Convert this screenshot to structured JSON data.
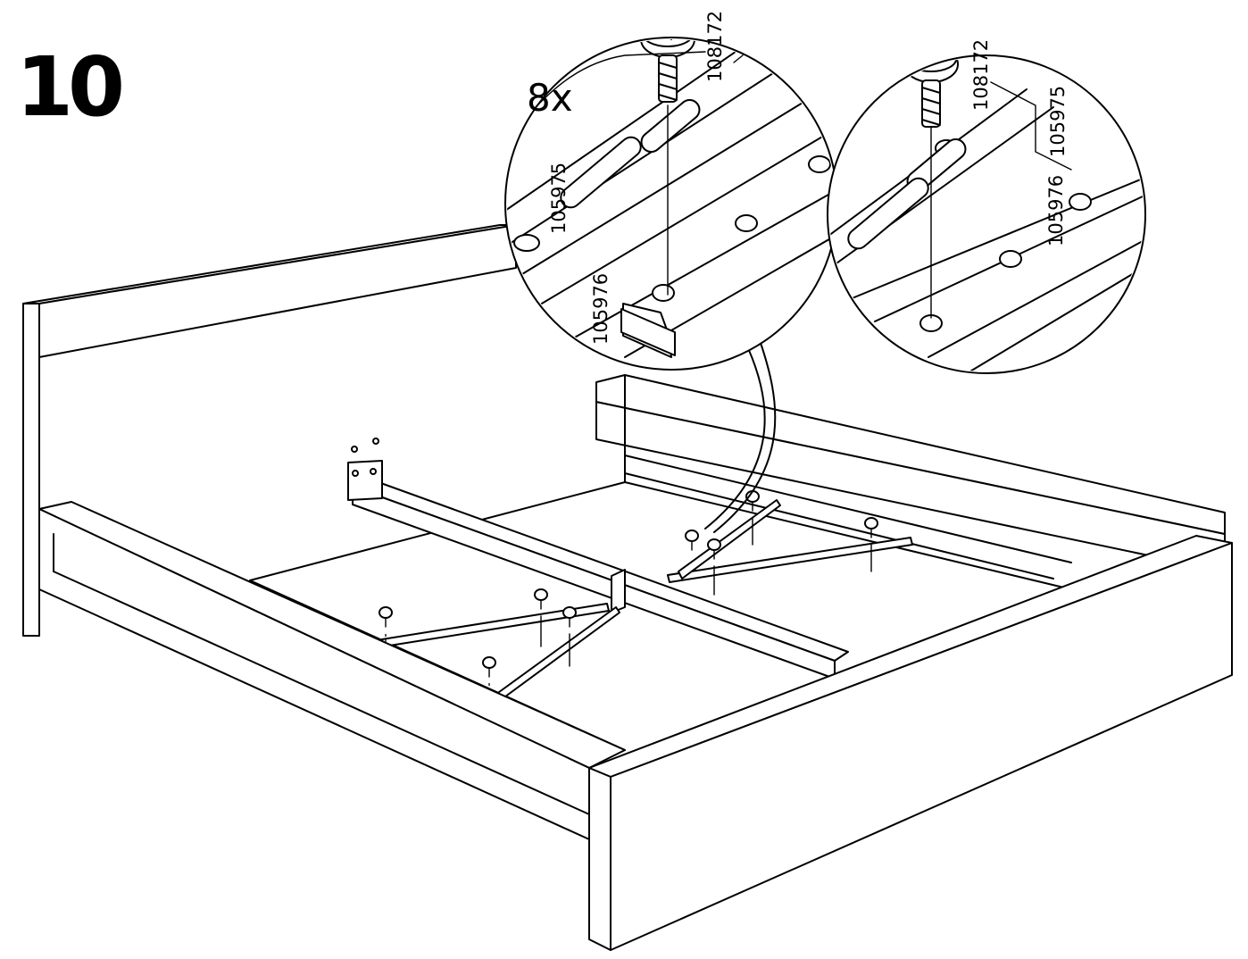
{
  "step": {
    "number": "10"
  },
  "callout": {
    "quantity": "8x",
    "detail_left": {
      "screw_code": "108172",
      "rail_code": "105975",
      "leg_code": "105976"
    },
    "detail_right": {
      "screw_code": "108172",
      "rail_code": "105975",
      "leg_code": "105976"
    }
  }
}
